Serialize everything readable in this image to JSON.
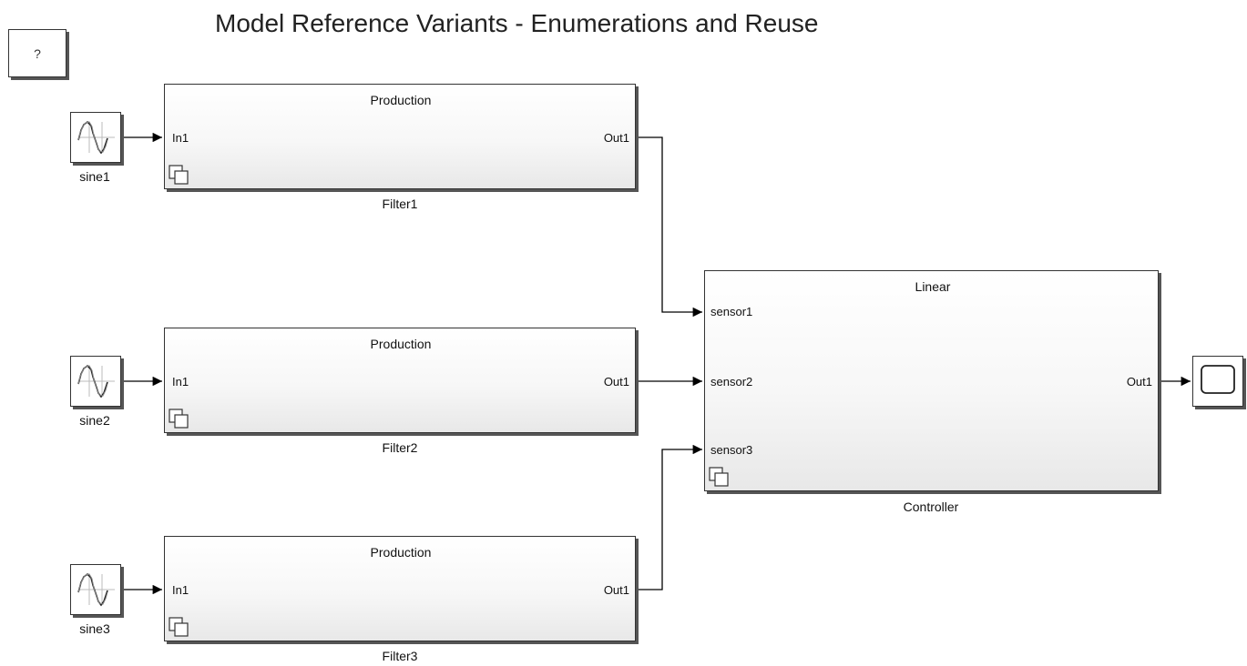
{
  "title": "Model Reference Variants - Enumerations and Reuse",
  "help_label": "?",
  "sources": [
    {
      "label": "sine1"
    },
    {
      "label": "sine2"
    },
    {
      "label": "sine3"
    }
  ],
  "filters": [
    {
      "name": "Filter1",
      "variant": "Production",
      "in_port": "In1",
      "out_port": "Out1"
    },
    {
      "name": "Filter2",
      "variant": "Production",
      "in_port": "In1",
      "out_port": "Out1"
    },
    {
      "name": "Filter3",
      "variant": "Production",
      "in_port": "In1",
      "out_port": "Out1"
    }
  ],
  "controller": {
    "name": "Controller",
    "variant": "Linear",
    "in_ports": [
      "sensor1",
      "sensor2",
      "sensor3"
    ],
    "out_port": "Out1"
  },
  "icons": {
    "source": "sine-wave-icon",
    "model_ref": "model-reference-icon",
    "scope": "scope-icon"
  },
  "colors": {
    "wire": "#000000",
    "block_border": "#333333",
    "block_shadow": "#555555"
  }
}
